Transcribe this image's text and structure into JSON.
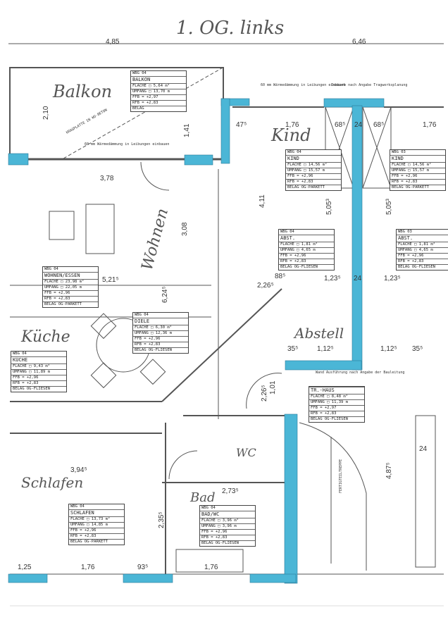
{
  "title": "1. OG. links",
  "rooms_hand": [
    "Balkon",
    "Kind",
    "Wohnen",
    "Küche",
    "Abstell",
    "WC",
    "Bad",
    "Schlafen"
  ],
  "room_tables": [
    {
      "wbg": "WBG 04",
      "name": "BALKON",
      "flaeche": "FLÄCHE □ 5,64 m²",
      "umfang": "UMFANG □ 13,70 m",
      "ffb": "FFB = +2,97",
      "rfb": "RFB = +2,83",
      "belag": "BELAG"
    },
    {
      "wbg": "WBG 04",
      "name": "KIND",
      "flaeche": "FLÄCHE □ 14,56 m²",
      "umfang": "UMFANG □ 15,57 m",
      "ffb": "FFB = +2,96",
      "rfb": "RFB = +2,83",
      "belag": "BELAG OG-PARKETT"
    },
    {
      "wbg": "WBG 03",
      "name": "KIND",
      "flaeche": "FLÄCHE □ 14,56 m²",
      "umfang": "UMFANG □ 15,57 m",
      "ffb": "FFB = +2,96",
      "rfb": "RFB = +2,83",
      "belag": "BELAG OG-PARKETT"
    },
    {
      "wbg": "WBG 04",
      "name": "ABST.",
      "flaeche": "FLÄCHE □ 1,81 m²",
      "umfang": "UMFANG □ 4,65 m",
      "ffb": "FFB = +2,96",
      "rfb": "RFB = +2,83",
      "belag": "BELAG OG-FLIESEN"
    },
    {
      "wbg": "WBG 03",
      "name": "ABST.",
      "flaeche": "FLÄCHE □ 1,81 m²",
      "umfang": "UMFANG □ 4,65 m",
      "ffb": "FFB = +2,96",
      "rfb": "RFB = +2,83",
      "belag": "BELAG OG-FLIESEN"
    },
    {
      "wbg": "WBG 04",
      "name": "WOHNEN/ESSEN",
      "flaeche": "FLÄCHE □ 23,98 m²",
      "umfang": "UMFANG □ 22,05 m",
      "ffb": "FFB = +2,96",
      "rfb": "RFB = +2,83",
      "belag": "BELAG OG-PARKETT"
    },
    {
      "wbg": "WBG 04",
      "name": "DIELE",
      "flaeche": "FLÄCHE □ 6,30 m²",
      "umfang": "UMFANG □ 12,36 m",
      "ffb": "FFB = +2,96",
      "rfb": "RFB = +2,83",
      "belag": "BELAG OG-FLIESEN"
    },
    {
      "wbg": "WBG 04",
      "name": "KÜCHE",
      "flaeche": "FLÄCHE □ 9,43 m²",
      "umfang": "UMFANG □ 11,89 m",
      "ffb": "FFB = +2,96",
      "rfb": "RFB = +2,83",
      "belag": "BELAG OG-FLIESEN"
    },
    {
      "wbg": "",
      "name": "TR.-HAUS",
      "flaeche": "FLÄCHE □ 8,48 m²",
      "umfang": "UMFANG □ 11,39 m",
      "ffb": "FFB = +2,97",
      "rfb": "RFB = +2,83",
      "belag": "BELAG OG-FLIESEN"
    },
    {
      "wbg": "WBG 04",
      "name": "SCHLAFEN",
      "flaeche": "FLÄCHE □ 13,73 m²",
      "umfang": "UMFANG □ 14,85 m",
      "ffb": "FFB = +2,96",
      "rfb": "RFB = +2,83",
      "belag": "BELAG OG-PARKETT"
    },
    {
      "wbg": "WBG 04",
      "name": "BAD/WC",
      "flaeche": "FLÄCHE □ 3,96 m²",
      "umfang": "UMFANG □ 3,96 m",
      "ffb": "FFB = +2,96",
      "rfb": "RFB = +2,83",
      "belag": "BELAG OG-FLIESEN"
    }
  ],
  "dimensions": [
    "4,85",
    "6,46",
    "2,10",
    "1,41",
    "3,78",
    "1,76",
    "47⁵",
    "68⁵",
    "24",
    "68⁵",
    "1,76",
    "4,11",
    "5,05³",
    "5,05³",
    "3,08",
    "5,21⁵",
    "6,24⁵",
    "88⁵",
    "2,26⁵",
    "1,23⁵",
    "24",
    "1,23⁵",
    "3,94⁵",
    "2,73⁵",
    "2,35⁵",
    "1,25",
    "1,76",
    "93⁵",
    "1,76",
    "35⁵",
    "1,12⁵",
    "1,12⁵",
    "35⁵",
    "1,01",
    "2,26⁵",
    "4,87⁵",
    "24"
  ],
  "notes": [
    "KRAGPLATTE IN WU-BETON",
    "60 mm Wärmedämmung in Leibungen einbauen",
    "Isokorb nach Angabe Tragwerksplanung",
    "Wand Ausführung nach Angabe der Bauleitung",
    "FERTIGTEILTREPPE"
  ],
  "colors": {
    "wall_blue": "#4bb6d6",
    "line": "#444"
  }
}
